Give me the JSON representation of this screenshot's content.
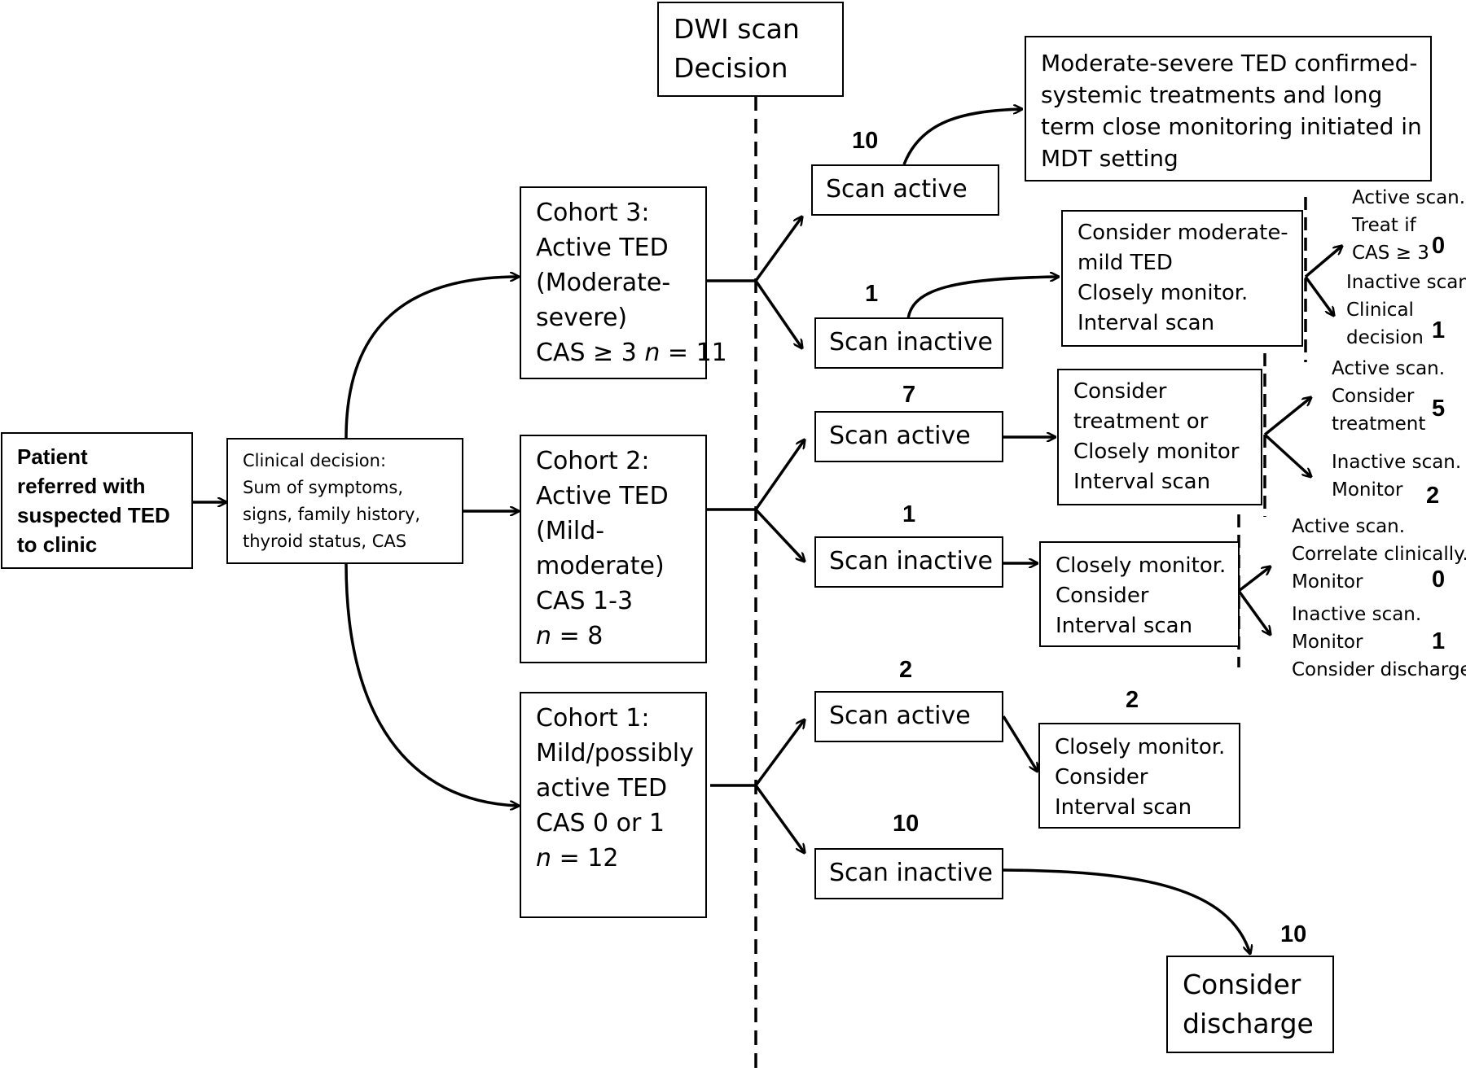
{
  "header": {
    "line1": "DWI scan",
    "line2": "Decision"
  },
  "patient": {
    "lines": [
      "Patient",
      "referred with",
      "suspected TED",
      "to clinic"
    ]
  },
  "clinical": {
    "lines": [
      "Clinical decision:",
      "Sum of symptoms,",
      "signs, family history,",
      "thyroid status, CAS"
    ]
  },
  "cohort3": {
    "lines": [
      "Cohort 3:",
      "Active TED",
      "(Moderate-",
      "severe)"
    ],
    "cas": "CAS ≥ 3",
    "n_label": "n",
    "n_value": "= 11"
  },
  "cohort2": {
    "lines": [
      "Cohort 2:",
      "Active TED",
      "(Mild-",
      "moderate)",
      "CAS 1-3"
    ],
    "n_label": "n",
    "n_value": "= 8"
  },
  "cohort1": {
    "lines": [
      "Cohort 1:",
      "Mild/possibly",
      "active TED",
      "CAS 0 or 1"
    ],
    "n_label": "n",
    "n_value": "= 12"
  },
  "scan_active_label": "Scan active",
  "scan_inactive_label": "Scan inactive",
  "counts": {
    "c3_active": "10",
    "c3_inactive": "1",
    "c2_active": "7",
    "c2_inactive": "1",
    "c1_active": "2",
    "c1_inactive": "10",
    "c1_monitor": "2",
    "discharge": "10",
    "c3_out_active": "0",
    "c3_out_inactive": "1",
    "c2_out_active": "5",
    "c2_out_inactive": "2",
    "c2b_out_active": "0",
    "c2b_out_inactive": "1"
  },
  "moderate_severe": {
    "lines": [
      "Moderate-severe TED confirmed-",
      "systemic treatments and long",
      "term close monitoring initiated in",
      "MDT setting"
    ]
  },
  "consider_moderate_mild": {
    "lines": [
      "Consider moderate-",
      "mild TED",
      "Closely monitor.",
      "Interval scan"
    ]
  },
  "consider_treatment": {
    "lines": [
      "Consider",
      "treatment or",
      "Closely monitor",
      "Interval scan"
    ]
  },
  "closely_monitor_a": {
    "lines": [
      "Closely monitor.",
      "Consider",
      "Interval scan"
    ]
  },
  "closely_monitor_b": {
    "lines": [
      "Closely monitor.",
      "Consider",
      "Interval scan"
    ]
  },
  "consider_discharge": {
    "lines": [
      "Consider",
      "discharge"
    ]
  },
  "outcomes": {
    "c3_active": [
      "Active scan.",
      "Treat if",
      "CAS ≥ 3"
    ],
    "c3_inactive": [
      "Inactive scan",
      "Clinical",
      "decision"
    ],
    "c2_active": [
      "Active scan.",
      "Consider",
      "treatment"
    ],
    "c2_inactive": [
      "Inactive scan.",
      "Monitor"
    ],
    "c2b_active": [
      "Active scan.",
      "Correlate clinically.",
      "Monitor"
    ],
    "c2b_inactive": [
      "Inactive scan.",
      "Monitor",
      "Consider discharge"
    ]
  }
}
